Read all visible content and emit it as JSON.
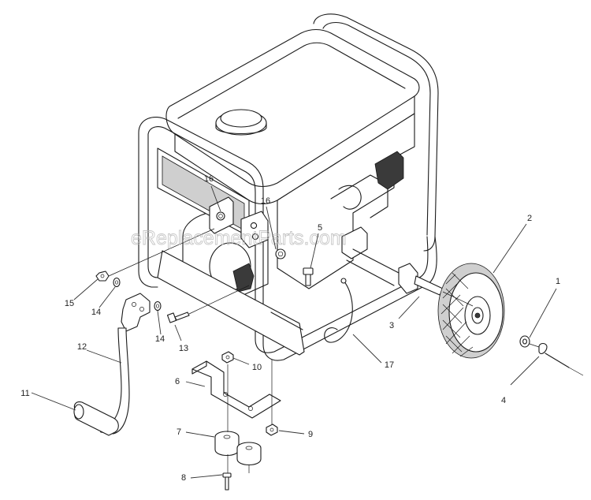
{
  "watermark": "eReplacementParts.com",
  "callouts": [
    {
      "id": "1",
      "label": "1"
    },
    {
      "id": "2",
      "label": "2"
    },
    {
      "id": "3",
      "label": "3"
    },
    {
      "id": "4",
      "label": "4"
    },
    {
      "id": "5",
      "label": "5"
    },
    {
      "id": "6",
      "label": "6"
    },
    {
      "id": "7",
      "label": "7"
    },
    {
      "id": "8",
      "label": "8"
    },
    {
      "id": "9",
      "label": "9"
    },
    {
      "id": "10",
      "label": "10"
    },
    {
      "id": "11",
      "label": "11"
    },
    {
      "id": "12",
      "label": "12"
    },
    {
      "id": "13",
      "label": "13"
    },
    {
      "id": "14a",
      "label": "14"
    },
    {
      "id": "14b",
      "label": "14"
    },
    {
      "id": "15",
      "label": "15"
    },
    {
      "id": "16a",
      "label": "16"
    },
    {
      "id": "16b",
      "label": "16"
    },
    {
      "id": "17",
      "label": "17"
    }
  ]
}
